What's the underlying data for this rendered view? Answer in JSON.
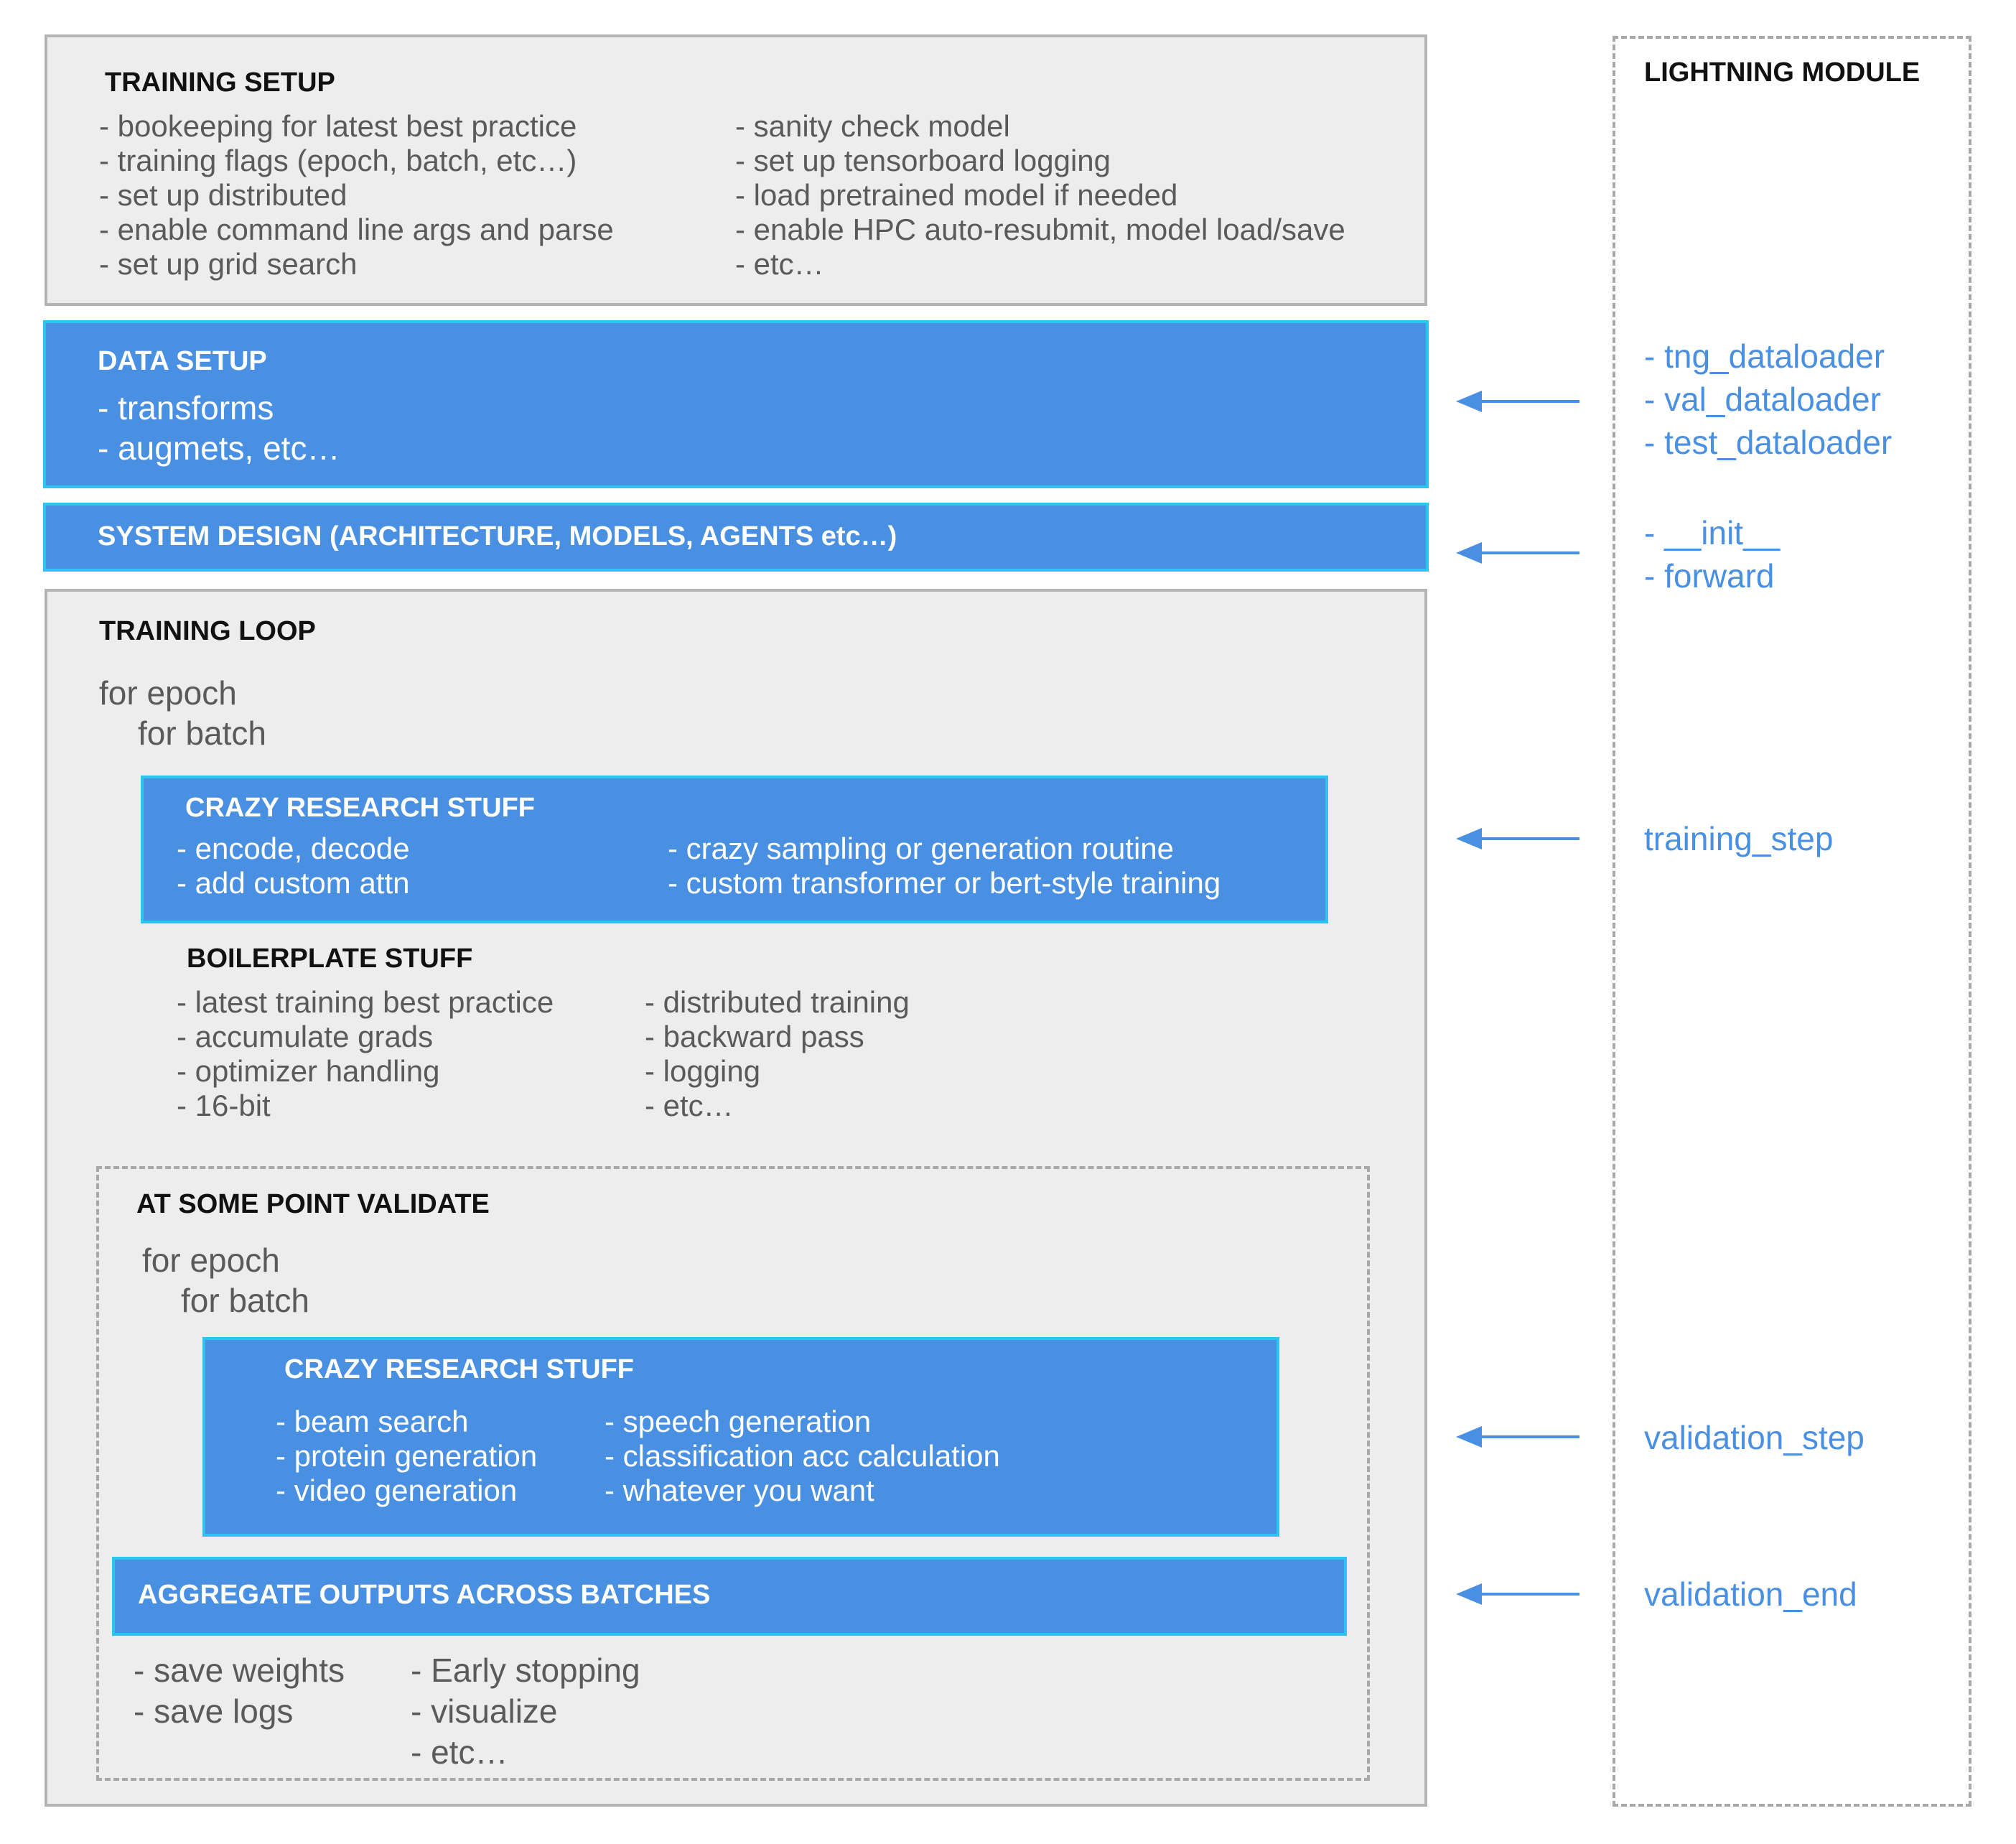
{
  "training_setup": {
    "title": "TRAINING SETUP",
    "left": [
      "- bookeeping for latest best practice",
      "- training flags (epoch, batch, etc…)",
      "- set up distributed",
      "- enable command line args and parse",
      "- set up grid search"
    ],
    "right": [
      "- sanity check model",
      "- set up tensorboard logging",
      "- load pretrained model if needed",
      "- enable HPC auto-resubmit, model load/save",
      "- etc…"
    ]
  },
  "data_setup": {
    "title": "DATA SETUP",
    "items": [
      "- transforms",
      "- augmets, etc…"
    ]
  },
  "system_design": {
    "title": "SYSTEM DESIGN (ARCHITECTURE, MODELS, AGENTS etc…)"
  },
  "training_loop": {
    "title": "TRAINING LOOP",
    "for_epoch": "for epoch",
    "for_batch": "for batch",
    "crazy": {
      "title": "CRAZY RESEARCH STUFF",
      "left": [
        "- encode, decode",
        "- add custom attn"
      ],
      "right": [
        "- crazy sampling or generation routine",
        "- custom transformer or bert-style training"
      ]
    },
    "boilerplate": {
      "title": "BOILERPLATE STUFF",
      "left": [
        "- latest training best practice",
        "- accumulate grads",
        "- optimizer handling",
        "- 16-bit"
      ],
      "right": [
        "- distributed training",
        "- backward pass",
        "- logging",
        "- etc…"
      ]
    }
  },
  "validate": {
    "title": "AT SOME POINT VALIDATE",
    "for_epoch": "for epoch",
    "for_batch": "for batch",
    "crazy": {
      "title": "CRAZY RESEARCH STUFF",
      "left": [
        "- beam search",
        "- protein generation",
        "- video generation"
      ],
      "right": [
        "- speech generation",
        "- classification acc calculation",
        "- whatever you want"
      ]
    },
    "aggregate": {
      "title": "AGGREGATE OUTPUTS ACROSS BATCHES"
    },
    "after": {
      "left": [
        "- save weights",
        "- save logs"
      ],
      "right": [
        "- Early stopping",
        "- visualize",
        "- etc…"
      ]
    }
  },
  "lightning_module": {
    "title": "LIGHTNING MODULE",
    "hooks": {
      "data": [
        "- tng_dataloader",
        "- val_dataloader",
        "- test_dataloader"
      ],
      "model": [
        "- __init__",
        "- forward"
      ],
      "training_step": "training_step",
      "validation_step": "validation_step",
      "validation_end": "validation_end"
    }
  },
  "colors": {
    "blue": "#4a90e2",
    "blue_border": "#2ec4f2",
    "gray_box": "#ededed",
    "gray_border": "#b5b5b5",
    "text_gray": "#5a5a5a"
  }
}
